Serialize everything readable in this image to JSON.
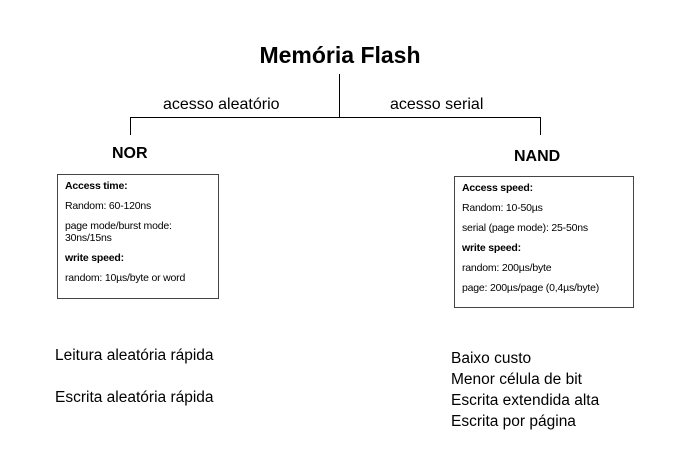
{
  "diagram": {
    "title": "Memória Flash",
    "branches": {
      "left_label": "acesso aleatório",
      "right_label": "acesso serial"
    },
    "nor": {
      "label": "NOR",
      "specs": [
        {
          "text": "Access time:",
          "heading": true
        },
        {
          "text": "Random: 60-120ns",
          "heading": false
        },
        {
          "text": "page mode/burst mode: 30ns/15ns",
          "heading": false
        },
        {
          "text": "write speed:",
          "heading": true
        },
        {
          "text": "random: 10µs/byte or word",
          "heading": false
        }
      ],
      "features": [
        "Leitura aleatória rápida",
        "Escrita aleatória rápida"
      ]
    },
    "nand": {
      "label": "NAND",
      "specs": [
        {
          "text": "Access speed:",
          "heading": true
        },
        {
          "text": "Random: 10-50µs",
          "heading": false
        },
        {
          "text": "serial (page mode): 25-50ns",
          "heading": false
        },
        {
          "text": "write speed:",
          "heading": true
        },
        {
          "text": "random: 200µs/byte",
          "heading": false
        },
        {
          "text": "page: 200µs/page (0,4µs/byte)",
          "heading": false
        }
      ],
      "features": [
        "Baixo custo",
        "Menor célula de bit",
        "Escrita extendida alta",
        "Escrita por página"
      ]
    }
  }
}
